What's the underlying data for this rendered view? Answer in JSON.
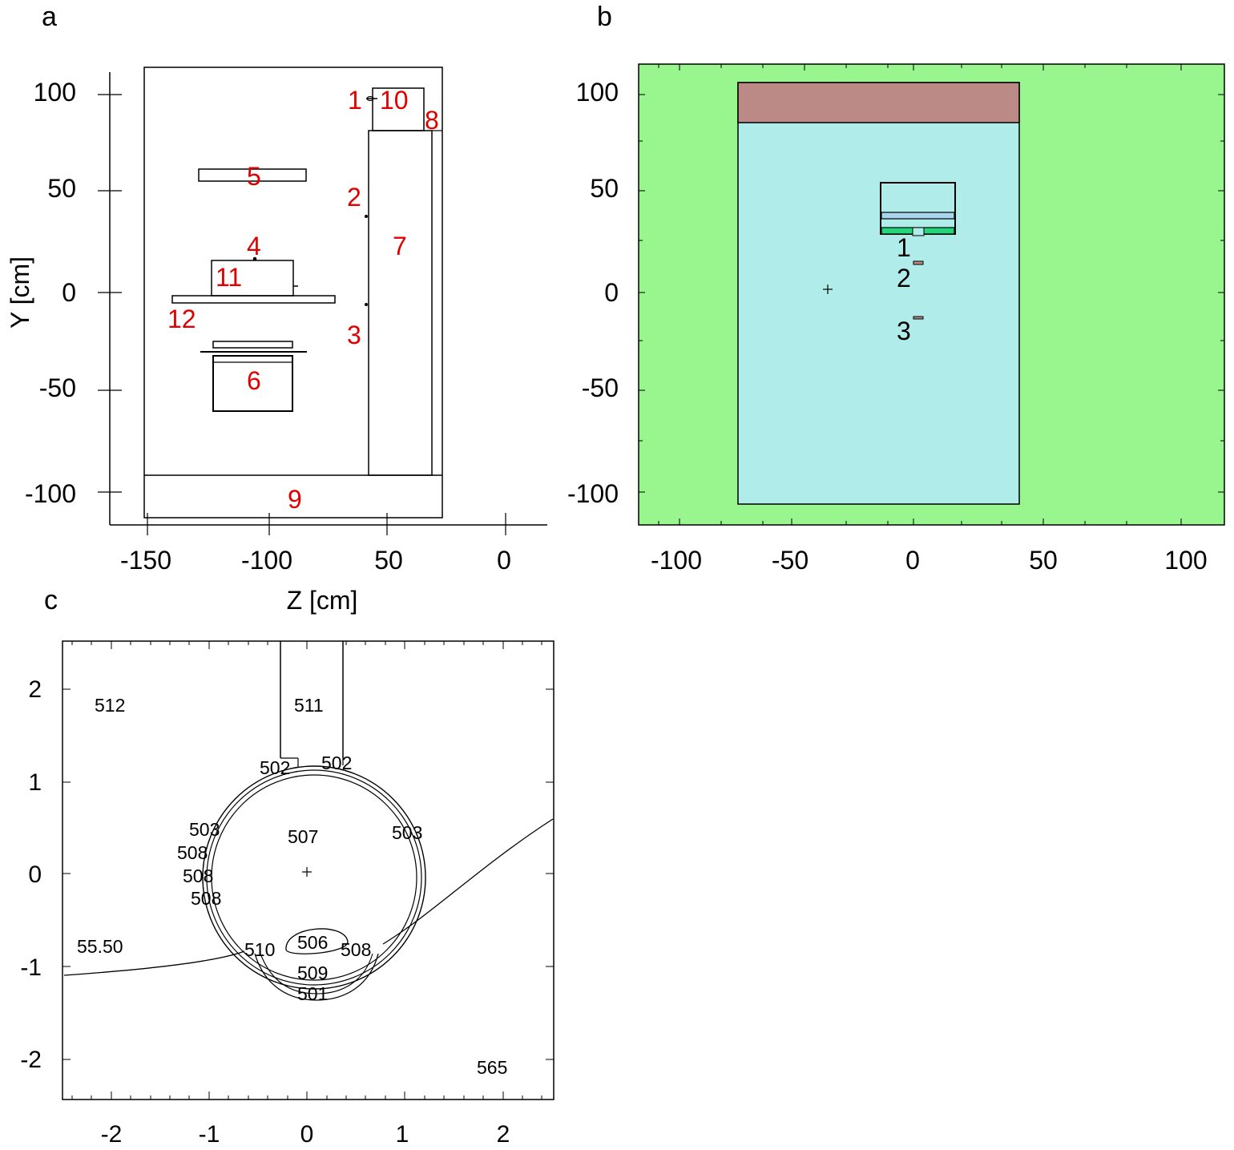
{
  "panel_a": {
    "letter": "a",
    "y_axis_label": "Y [cm]",
    "x_axis_label": "Z [cm]",
    "y_ticks": [
      "100",
      "50",
      "0",
      "-50",
      "-100"
    ],
    "x_ticks": [
      "-150",
      "-100",
      "50",
      "0"
    ],
    "labels": [
      "1",
      "10",
      "8",
      "5",
      "2",
      "7",
      "4",
      "11",
      "12",
      "3",
      "6",
      "9"
    ],
    "label_color": "#e00000"
  },
  "panel_b": {
    "letter": "b",
    "y_ticks": [
      "100",
      "50",
      "0",
      "-50",
      "-100"
    ],
    "x_ticks": [
      "-100",
      "-50",
      "0",
      "50",
      "100"
    ],
    "labels": [
      "1",
      "2",
      "3"
    ],
    "colors": {
      "background": "#99f58e",
      "room": "#b0ecea",
      "ceiling_block": "#bb8a87",
      "detector_blue": "#a7d5ee",
      "detector_green": "#22d67a"
    }
  },
  "panel_c": {
    "letter": "c",
    "y_ticks": [
      "2",
      "1",
      "0",
      "-1",
      "-2"
    ],
    "x_ticks": [
      "-2",
      "-1",
      "0",
      "1",
      "2"
    ],
    "labels": [
      "512",
      "511",
      "502",
      "502",
      "507",
      "503",
      "503",
      "508",
      "508",
      "508",
      "55.50",
      "510",
      "506",
      "508",
      "509",
      "501",
      "565"
    ]
  }
}
